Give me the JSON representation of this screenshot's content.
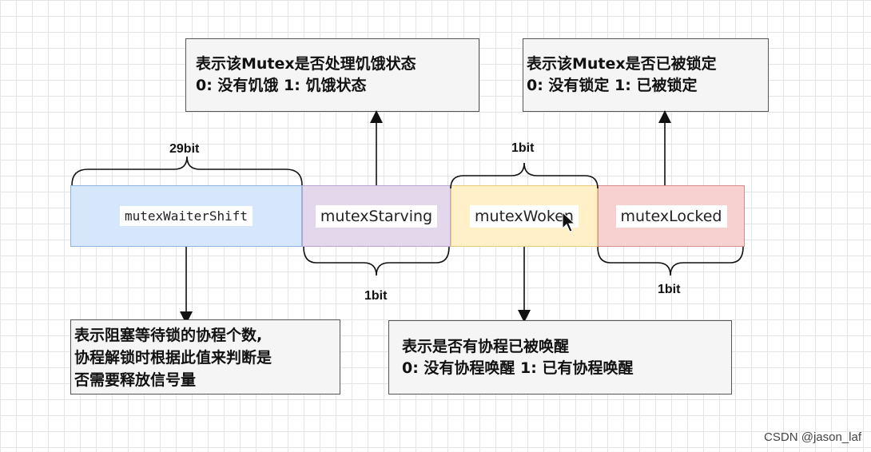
{
  "fields": [
    {
      "name": "mutexWaiterShift",
      "fill": "#d6e6fb",
      "stroke": "#8db3e2"
    },
    {
      "name": "mutexStarving",
      "fill": "#e3d7ec",
      "stroke": "#b9a5cf"
    },
    {
      "name": "mutexWoken",
      "fill": "#fff0c8",
      "stroke": "#e8cc7a"
    },
    {
      "name": "mutexLocked",
      "fill": "#f7d1d0",
      "stroke": "#d98b8a"
    }
  ],
  "bit_labels": {
    "waiter_shift": "29bit",
    "starving": "1bit",
    "woken": "1bit",
    "locked": "1bit"
  },
  "descriptions": {
    "starving": {
      "line1": "表示该Mutex是否处理饥饿状态",
      "line2": "0: 没有饥饿 1: 饥饿状态"
    },
    "locked": {
      "line1": "表示该Mutex是否已被锁定",
      "line2": "0: 没有锁定 1: 已被锁定"
    },
    "waiter_shift": {
      "line1": "表示阻塞等待锁的协程个数,",
      "line2": "协程解锁时根据此值来判断是",
      "line3": "否需要释放信号量"
    },
    "woken": {
      "line1": "表示是否有协程已被唤醒",
      "line2": "0: 没有协程唤醒 1: 已有协程唤醒"
    }
  },
  "watermark": "CSDN @jason_laf"
}
